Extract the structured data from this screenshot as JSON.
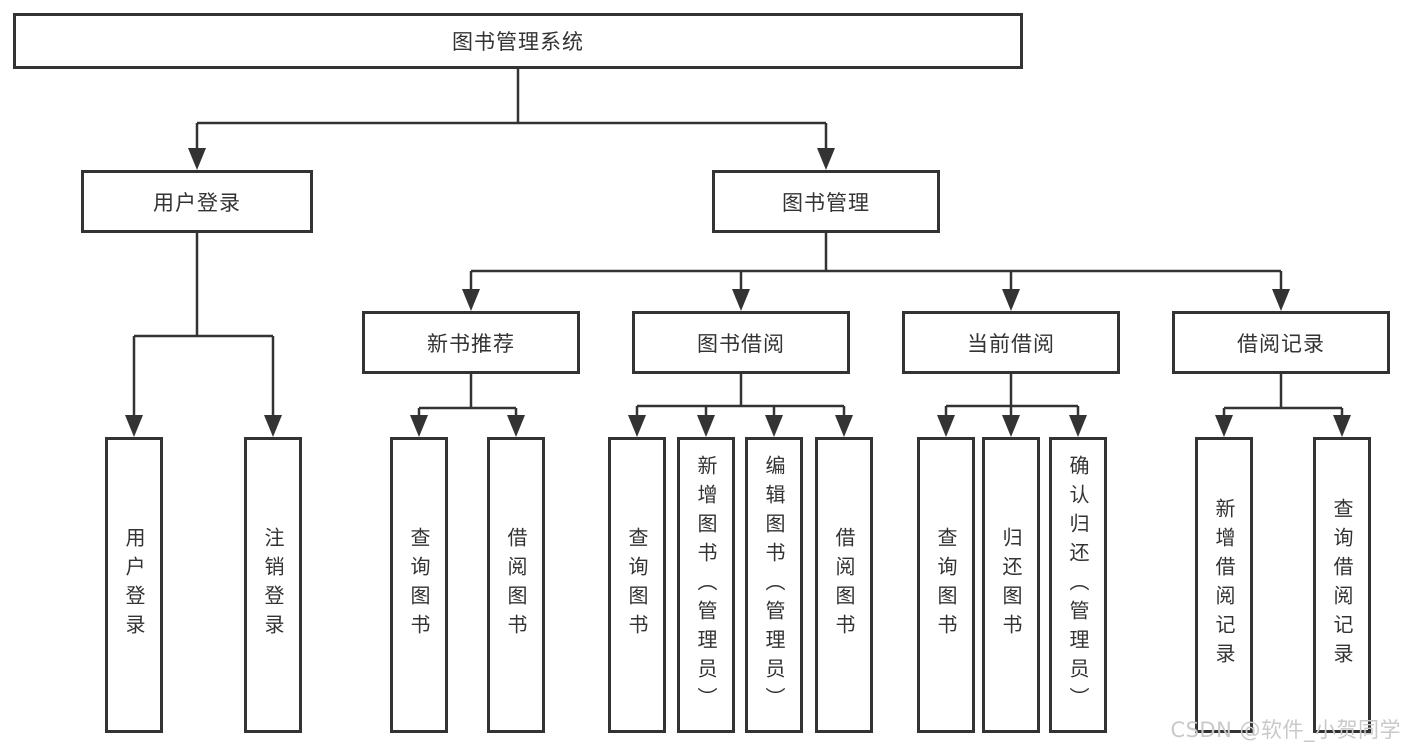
{
  "diagram": {
    "type": "hierarchy",
    "title": "图书管理系统",
    "tree": {
      "label": "图书管理系统",
      "children": [
        {
          "label": "用户登录",
          "children": [
            {
              "label": "用户登录"
            },
            {
              "label": "注销登录"
            }
          ]
        },
        {
          "label": "图书管理",
          "children": [
            {
              "label": "新书推荐",
              "children": [
                {
                  "label": "查询图书"
                },
                {
                  "label": "借阅图书"
                }
              ]
            },
            {
              "label": "图书借阅",
              "children": [
                {
                  "label": "查询图书"
                },
                {
                  "label": "新增图书（管理员）"
                },
                {
                  "label": "编辑图书（管理员）"
                },
                {
                  "label": "借阅图书"
                }
              ]
            },
            {
              "label": "当前借阅",
              "children": [
                {
                  "label": "查询图书"
                },
                {
                  "label": "归还图书"
                },
                {
                  "label": "确认归还（管理员）"
                }
              ]
            },
            {
              "label": "借阅记录",
              "children": [
                {
                  "label": "新增借阅记录"
                },
                {
                  "label": "查询借阅记录"
                }
              ]
            }
          ]
        }
      ]
    },
    "colors": {
      "line": "#333333",
      "text": "#333333",
      "box_background": "#ffffff",
      "watermark": "#c9c9c9"
    }
  },
  "watermark": {
    "text": "CSDN @软件_小贺同学"
  }
}
